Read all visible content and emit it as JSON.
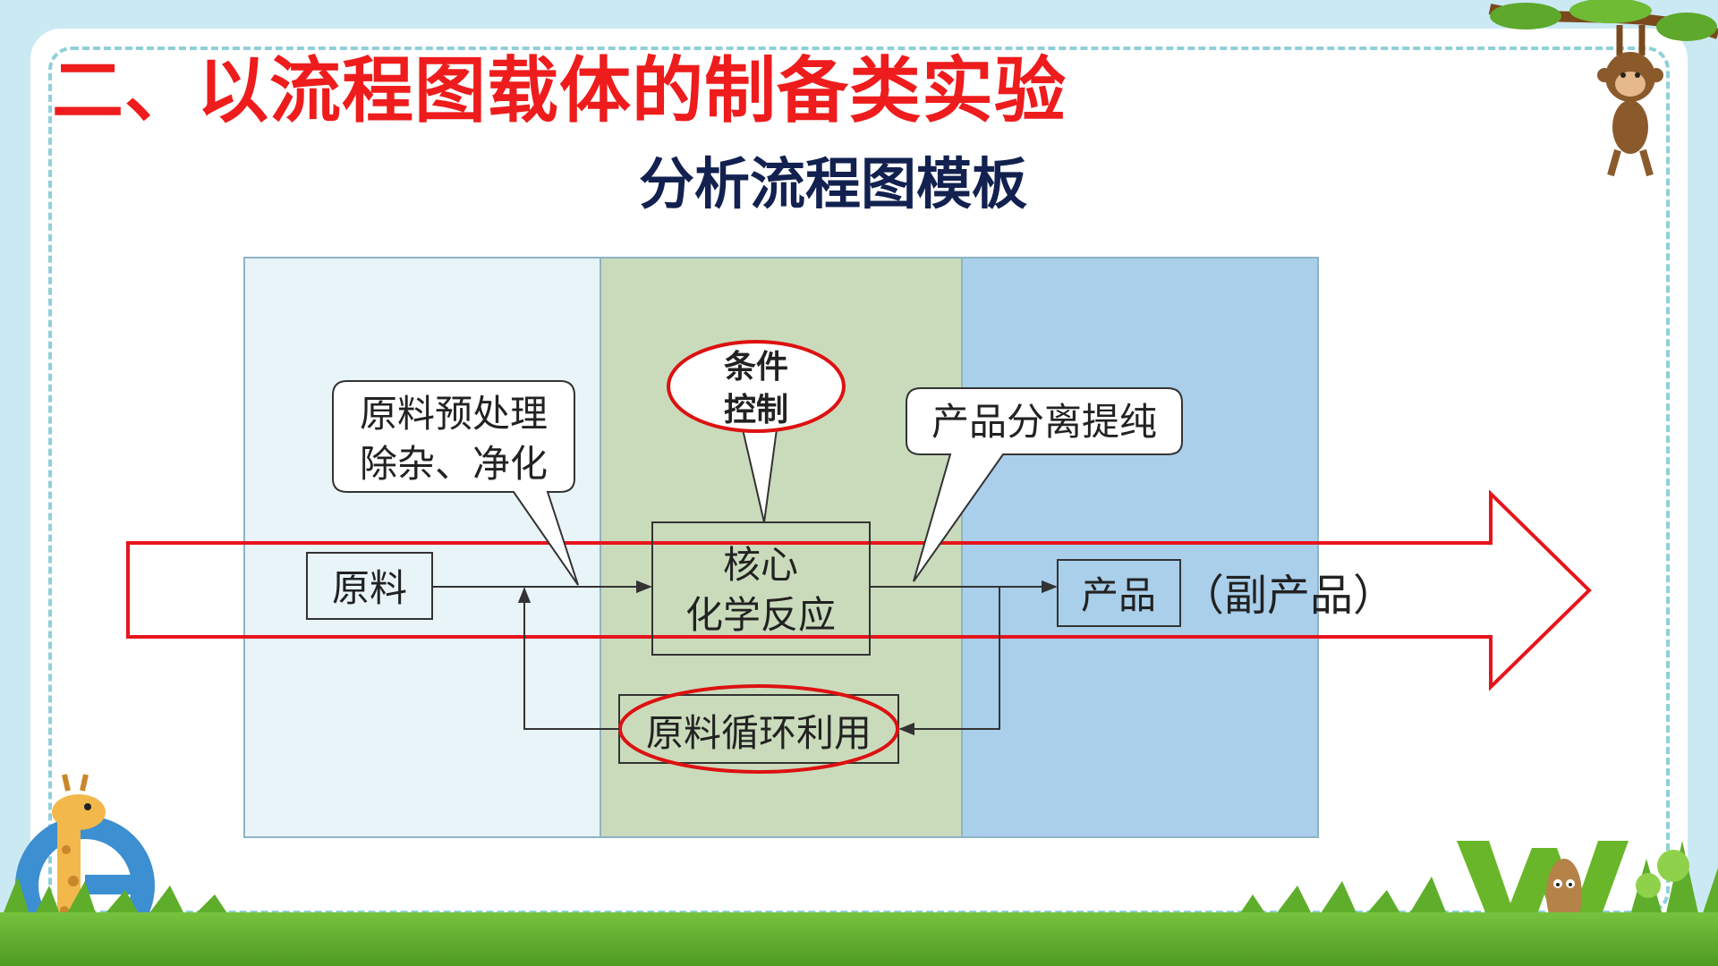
{
  "slide": {
    "title": "二、以流程图载体的制备类实验",
    "subtitle": "分析流程图模板"
  },
  "flow": {
    "raw_material": "原料",
    "core_line1": "核心",
    "core_line2": "化学反应",
    "product": "产品",
    "byproduct": "（副产品）",
    "recycle": "原料循环利用"
  },
  "callouts": {
    "pretreat_line1": "原料预处理",
    "pretreat_line2": "除杂、净化",
    "condition_line1": "条件",
    "condition_line2": "控制",
    "separation": "产品分离提纯"
  },
  "colors": {
    "title_red": "#ee1c1c",
    "subtitle_navy": "#12214f",
    "panel_left": "#e8f4f8",
    "panel_middle": "#c9dbbb",
    "panel_right": "#a9cfea",
    "highlight_red": "#dd1111"
  },
  "decorations": [
    "monkey-icon",
    "giraffe-icon",
    "letter-g-icon",
    "letter-w-icon",
    "grass-icon",
    "tree-branch-icon"
  ]
}
